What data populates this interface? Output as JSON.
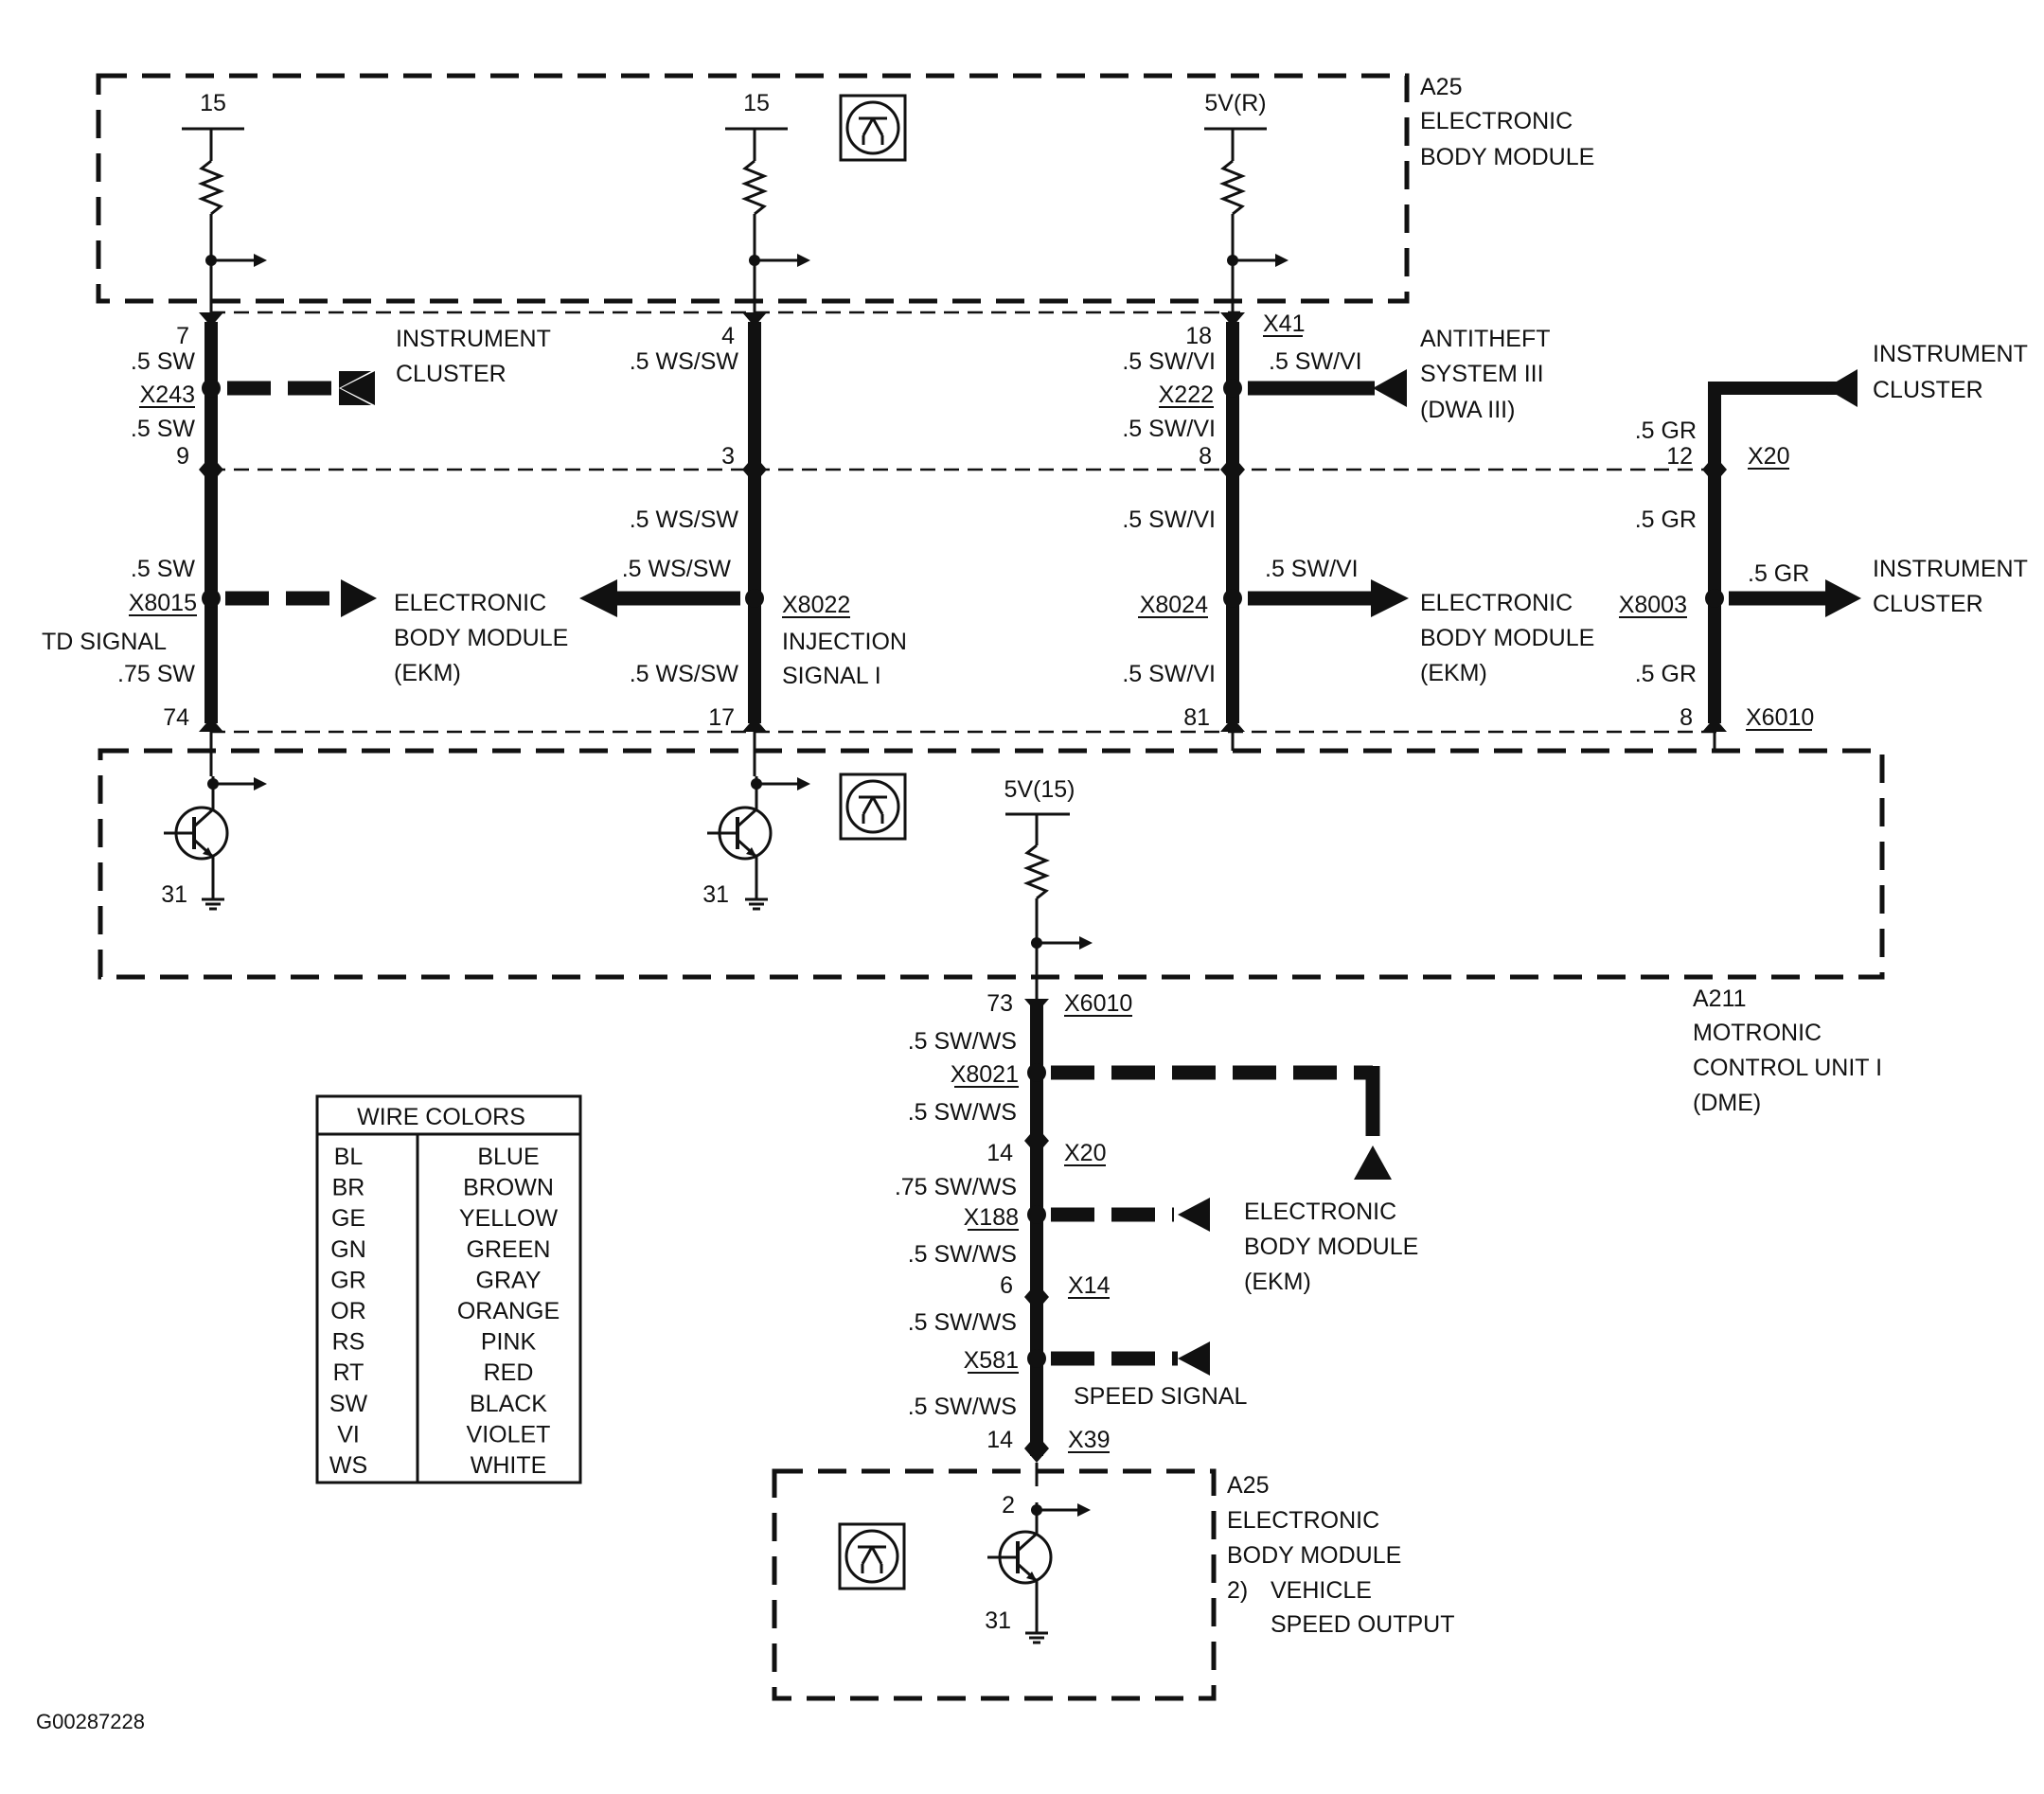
{
  "modules": {
    "ebm_top": [
      "A25",
      "ELECTRONIC",
      "BODY MODULE"
    ],
    "dme": [
      "A211",
      "MOTRONIC",
      "CONTROL UNIT I",
      "(DME)"
    ],
    "ebm_bottom": [
      "A25",
      "ELECTRONIC",
      "BODY MODULE",
      "2)",
      "VEHICLE",
      "SPEED OUTPUT"
    ]
  },
  "supply": {
    "col1": "15",
    "col2": "15",
    "col3": "5V(R)",
    "dme": "5V(15)"
  },
  "pins": {
    "c1_top": "7",
    "c1_mid": "9",
    "c1_bot": "74",
    "c2_top": "4",
    "c2_mid": "3",
    "c2_bot": "17",
    "c3_top": "18",
    "c3_mid": "8",
    "c3_bot": "81",
    "c4_mid": "12",
    "c4_bot": "8",
    "v_73": "73",
    "v_14a": "14",
    "v_6": "6",
    "v_14b": "14",
    "v_2": "2"
  },
  "grounds": {
    "g1": "31",
    "g2": "31",
    "g3": "31"
  },
  "wires": {
    "c1_a": ".5 SW",
    "c1_b": ".5 SW",
    "c1_c": ".5 SW",
    "c1_d": ".75 SW",
    "c2_a": ".5 WS/SW",
    "c2_b": ".5 WS/SW",
    "c2_c": ".5 WS/SW",
    "c2_d": ".5 WS/SW",
    "c3_a": ".5 SW/VI",
    "c3_b": ".5 SW/VI",
    "c3_c": ".5 SW/VI",
    "c3_d": ".5 SW/VI",
    "c3_e": ".5 SW/VI",
    "c3_f": ".5 SW/VI",
    "c4_a": ".5 GR",
    "c4_b": ".5 GR",
    "c4_c": ".5 GR",
    "c4_d": ".5 GR",
    "v_a": ".5 SW/WS",
    "v_b": ".5 SW/WS",
    "v_c": ".75 SW/WS",
    "v_d": ".5 SW/WS",
    "v_e": ".5 SW/WS",
    "v_f": ".5 SW/WS"
  },
  "connectors": {
    "x41": "X41",
    "x20_top": "X20",
    "x6010_right": "X6010",
    "x6010_v": "X6010",
    "x20_v": "X20",
    "x14": "X14",
    "x39": "X39"
  },
  "splices": {
    "x243": "X243",
    "x222": "X222",
    "x8015": "X8015",
    "x8022": "X8022",
    "x8024": "X8024",
    "x8003": "X8003",
    "x8021": "X8021",
    "x188": "X188",
    "x581": "X581"
  },
  "destinations": {
    "instrument_cluster_1": [
      "INSTRUMENT",
      "CLUSTER"
    ],
    "antitheft": [
      "ANTITHEFT",
      "SYSTEM III",
      "(DWA III)"
    ],
    "instrument_cluster_2": [
      "INSTRUMENT",
      "CLUSTER"
    ],
    "ekm_1": [
      "ELECTRONIC",
      "BODY MODULE",
      "(EKM)"
    ],
    "td_signal": "TD SIGNAL",
    "injection": [
      "INJECTION",
      "SIGNAL I"
    ],
    "ekm_2": [
      "ELECTRONIC",
      "BODY MODULE",
      "(EKM)"
    ],
    "instrument_cluster_3": [
      "INSTRUMENT",
      "CLUSTER"
    ],
    "ekm_3": [
      "ELECTRONIC",
      "BODY MODULE",
      "(EKM)"
    ],
    "speed_signal": "SPEED SIGNAL"
  },
  "legend": {
    "title": "WIRE COLORS",
    "rows": [
      {
        "code": "BL",
        "color": "BLUE"
      },
      {
        "code": "BR",
        "color": "BROWN"
      },
      {
        "code": "GE",
        "color": "YELLOW"
      },
      {
        "code": "GN",
        "color": "GREEN"
      },
      {
        "code": "GR",
        "color": "GRAY"
      },
      {
        "code": "OR",
        "color": "ORANGE"
      },
      {
        "code": "RS",
        "color": "PINK"
      },
      {
        "code": "RT",
        "color": "RED"
      },
      {
        "code": "SW",
        "color": "BLACK"
      },
      {
        "code": "VI",
        "color": "VIOLET"
      },
      {
        "code": "WS",
        "color": "WHITE"
      }
    ]
  },
  "figure_id": "G00287228"
}
